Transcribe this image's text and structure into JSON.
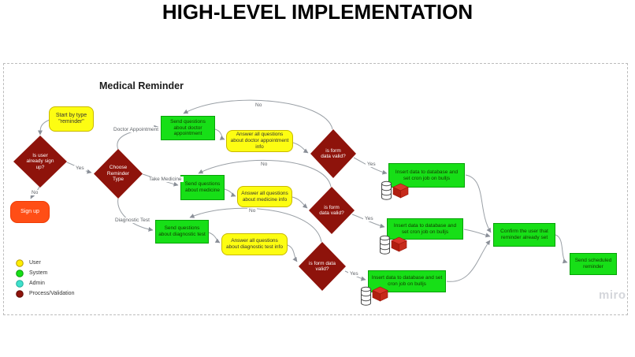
{
  "title": "HIGH-LEVEL IMPLEMENTATION",
  "board": {
    "heading": "Medical Reminder",
    "watermark": "miro"
  },
  "labels": {
    "yes": "Yes",
    "no": "No"
  },
  "flow": {
    "start": "Start by type \"reminder\"",
    "is_signed_up": "Is user already sign up?",
    "sign_up": "Sign up",
    "choose_type": "Choose Reminder Type",
    "branches": [
      {
        "name": "Doctor Appointment",
        "send": "Send questions about doctor appointment",
        "answer": "Answer all questions about doctor appointment info",
        "valid": "is form data valid?",
        "insert": "Insert data to database and set cron job on bulljs"
      },
      {
        "name": "Take Medicine",
        "send": "Send questions about medicine",
        "answer": "Answer all questions about medicine info",
        "valid": "is form data valid?",
        "insert": "Insert data to database and set cron job on bulljs"
      },
      {
        "name": "Diagnostic Test",
        "send": "Send questions about diagnostic test",
        "answer": "Answer all questions about diagnostic test info",
        "valid": "is form data valid?",
        "insert": "Insert data to database and set cron job on bulljs"
      }
    ],
    "confirm": "Confirm the user that reminder already set",
    "send_scheduled": "Send scheduled reminder"
  },
  "legend": {
    "items": [
      {
        "label": "User",
        "color": "#ffee00"
      },
      {
        "label": "System",
        "color": "#17df17"
      },
      {
        "label": "Admin",
        "color": "#3fe0cb"
      },
      {
        "label": "Process/Validation",
        "color": "#8e130b"
      }
    ]
  }
}
